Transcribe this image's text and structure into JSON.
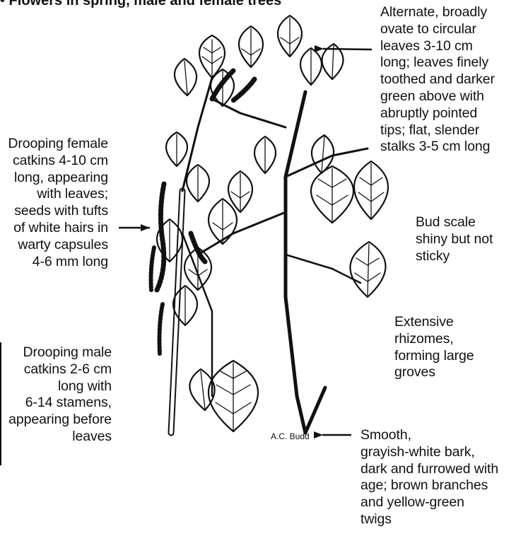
{
  "header": "• Flowers in spring, male and female trees",
  "labels": {
    "leaves": "Alternate, broadly\novate to circular\nleaves 3-10 cm\nlong; leaves finely\ntoothed and darker\ngreen above with\nabruptly pointed\ntips; flat, slender\nstalks 3-5 cm long",
    "female_catkins": "Drooping female\ncatkins 4-10 cm\nlong, appearing\nwith leaves;\nseeds with tufts\nof white hairs in\nwarty capsules\n4-6 mm long",
    "bud_scale": "Bud scale\nshiny but not\nsticky",
    "rhizomes": "Extensive\nrhizomes,\nforming large\ngroves",
    "male_catkins": "Drooping male\ncatkins 2-6 cm\nlong with\n6-14 stamens,\nappearing before\nleaves",
    "bark": "Smooth,\ngrayish-white bark,\ndark and furrowed with\nage; brown branches\nand yellow-green\ntwigs"
  },
  "credit": "A.C. Budd"
}
